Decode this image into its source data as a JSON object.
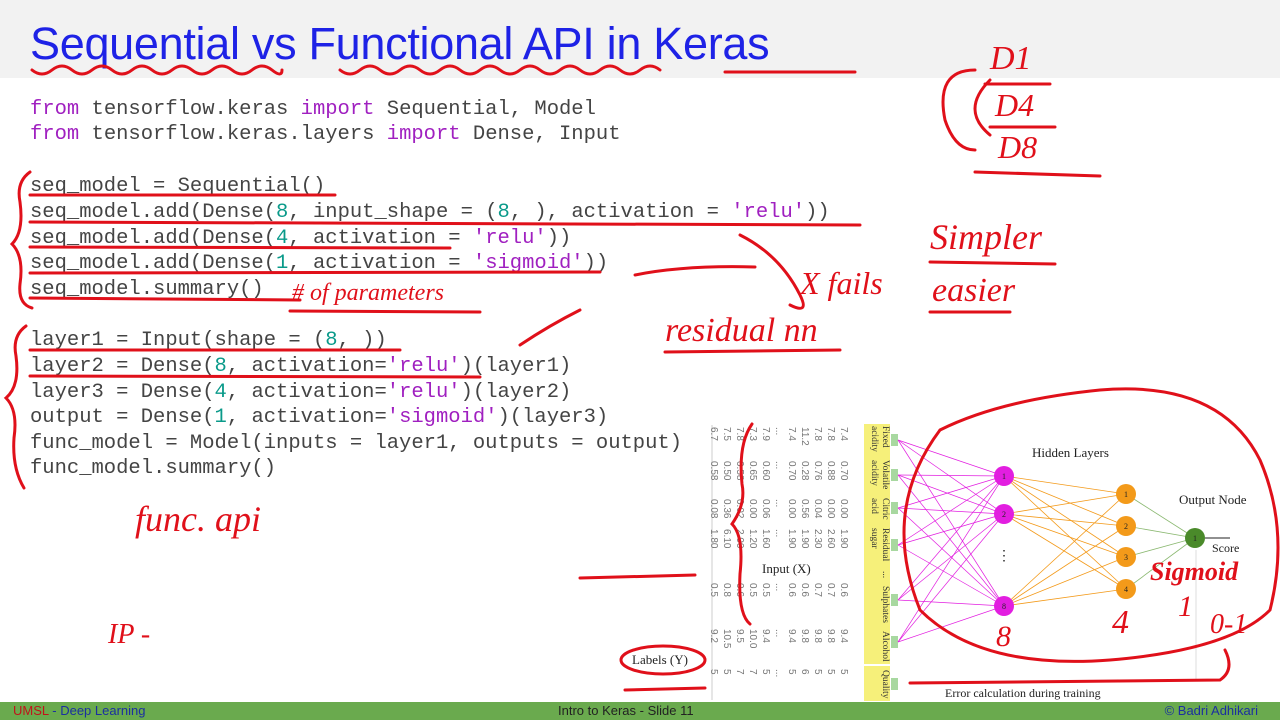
{
  "title": "Sequential vs Functional API in Keras",
  "code_lines": [
    [
      [
        "kw",
        "from"
      ],
      [
        "t",
        " tensorflow.keras "
      ],
      [
        "kw",
        "import"
      ],
      [
        "t",
        " Sequential, Model"
      ]
    ],
    [
      [
        "kw",
        "from"
      ],
      [
        "t",
        " tensorflow.keras.layers "
      ],
      [
        "kw",
        "import"
      ],
      [
        "t",
        " Dense, Input"
      ]
    ],
    [
      [
        "t",
        "seq_model = Sequential()"
      ]
    ],
    [
      [
        "t",
        "seq_model.add(Dense("
      ],
      [
        "num",
        "8"
      ],
      [
        "t",
        ", input_shape = ("
      ],
      [
        "num",
        "8"
      ],
      [
        "t",
        ", ), activation = "
      ],
      [
        "str",
        "'relu'"
      ],
      [
        "t",
        "))"
      ]
    ],
    [
      [
        "t",
        "seq_model.add(Dense("
      ],
      [
        "num",
        "4"
      ],
      [
        "t",
        ", activation = "
      ],
      [
        "str",
        "'relu'"
      ],
      [
        "t",
        "))"
      ]
    ],
    [
      [
        "t",
        "seq_model.add(Dense("
      ],
      [
        "num",
        "1"
      ],
      [
        "t",
        ", activation = "
      ],
      [
        "str",
        "'sigmoid'"
      ],
      [
        "t",
        "))"
      ]
    ],
    [
      [
        "t",
        "seq_model.summary()"
      ]
    ],
    [
      [
        "t",
        "layer1 = Input(shape = ("
      ],
      [
        "num",
        "8"
      ],
      [
        "t",
        ", ))"
      ]
    ],
    [
      [
        "t",
        "layer2 = Dense("
      ],
      [
        "num",
        "8"
      ],
      [
        "t",
        ", activation="
      ],
      [
        "str",
        "'relu'"
      ],
      [
        "t",
        ")(layer1)"
      ]
    ],
    [
      [
        "t",
        "layer3 = Dense("
      ],
      [
        "num",
        "4"
      ],
      [
        "t",
        ", activation="
      ],
      [
        "str",
        "'relu'"
      ],
      [
        "t",
        ")(layer2)"
      ]
    ],
    [
      [
        "t",
        "output = Dense("
      ],
      [
        "num",
        "1"
      ],
      [
        "t",
        ", activation="
      ],
      [
        "str",
        "'sigmoid'"
      ],
      [
        "t",
        ")(layer3)"
      ]
    ],
    [
      [
        "t",
        "func_model = Model(inputs = layer1, outputs = output)"
      ]
    ],
    [
      [
        "t",
        "func_model.summary()"
      ]
    ]
  ],
  "annotations": {
    "d1": "D1",
    "d4": "D4",
    "d8": "D8",
    "simpler": "Simpler",
    "easier": "easier",
    "fails": "X fails",
    "residual": "residual nn",
    "params": "# of parameters",
    "func_api": "func. api",
    "ip": "IP -",
    "n8": "8",
    "n4": "4",
    "range": "0-1",
    "sigmoid": "Sigmoid",
    "n1": "1"
  },
  "diagram": {
    "headers": [
      "Fixed acidity",
      "Volatile acidity",
      "Citric acid",
      "Residual sugar",
      "...",
      "Sulphates",
      "Alcohol",
      "Quality"
    ],
    "rows": [
      [
        "7.4",
        "0.70",
        "0.00",
        "1.90",
        "",
        "0.6",
        "9.4",
        "5"
      ],
      [
        "7.8",
        "0.88",
        "0.00",
        "2.60",
        "",
        "0.7",
        "9.8",
        "5"
      ],
      [
        "7.8",
        "0.76",
        "0.04",
        "2.30",
        "",
        "0.7",
        "9.8",
        "5"
      ],
      [
        "11.2",
        "0.28",
        "0.56",
        "1.90",
        "",
        "0.6",
        "9.8",
        "6"
      ],
      [
        "7.4",
        "0.70",
        "0.00",
        "1.90",
        "",
        "0.6",
        "9.4",
        "5"
      ],
      [
        "...",
        "...",
        "...",
        "...",
        "",
        "...",
        "...",
        "..."
      ],
      [
        "7.9",
        "0.60",
        "0.06",
        "1.60",
        "",
        "0.5",
        "9.4",
        "5"
      ],
      [
        "7.3",
        "0.65",
        "0.00",
        "1.20",
        "",
        "0.5",
        "10.0",
        "7"
      ],
      [
        "7.8",
        "0.58",
        "0.02",
        "2.00",
        "",
        "0.6",
        "9.5",
        "7"
      ],
      [
        "7.5",
        "0.50",
        "0.36",
        "6.10",
        "",
        "0.8",
        "10.5",
        "5"
      ],
      [
        "6.7",
        "0.58",
        "0.08",
        "1.80",
        "",
        "0.5",
        "9.2",
        "5"
      ]
    ],
    "input_label": "Input (X)",
    "labels_label": "Labels (Y)",
    "hidden_label": "Hidden Layers",
    "output_label": "Output Node",
    "score_label": "Score",
    "error_label": "Error calculation during training",
    "hidden1_nodes": [
      "1",
      "2",
      "8"
    ],
    "hidden1_ellipsis": "⋮",
    "hidden2_nodes": [
      "1",
      "2",
      "3",
      "4"
    ],
    "output_nodes": [
      "1"
    ],
    "colors": {
      "hidden1": "#e21ee0",
      "hidden2": "#f39a1a",
      "output": "#4a8a2a",
      "ink": "#e0101a",
      "header": "#f6f07a"
    }
  },
  "footer": {
    "org": "UMSL",
    "sep": " - ",
    "course": "Deep Learning",
    "center": "Intro to Keras -  Slide  11",
    "author": "© Badri Adhikari"
  }
}
